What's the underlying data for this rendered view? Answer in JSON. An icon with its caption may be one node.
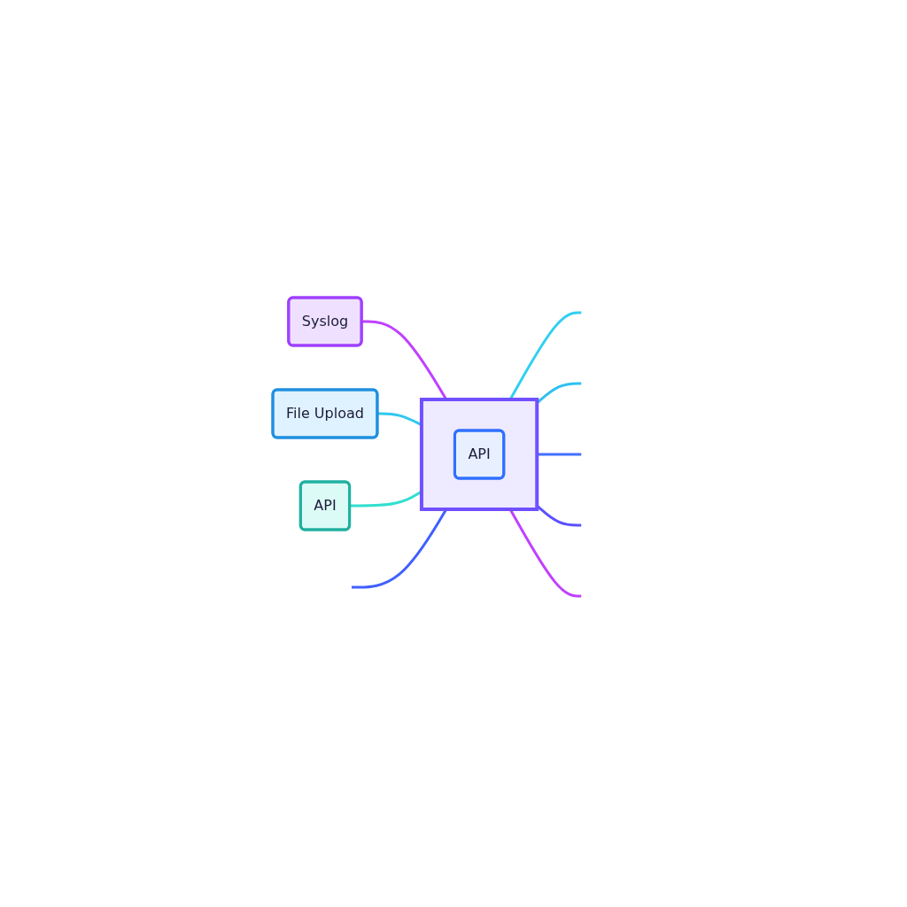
{
  "diagram": {
    "nodes": [
      {
        "text": [
          "Syslog"
        ]
      },
      {
        "text": [
          "File Upload"
        ]
      },
      {
        "text": [
          "API"
        ]
      },
      {
        "text": [],
        "shape": "box"
      },
      {
        "text": [
          "API"
        ],
        "in": 3
      }
    ],
    "edges": [
      {
        "from": 0,
        "to": 3,
        "arrow": "none",
        "color": "#c040ff"
      },
      {
        "from": 1,
        "to": 3,
        "arrow": "none",
        "color": "#30c8f0"
      },
      {
        "from": 2,
        "to": 3,
        "arrow": "none",
        "color": "#30e0d0"
      },
      {
        "from": null,
        "to": 3,
        "arrow": "none",
        "color": "#4060ff"
      },
      {
        "from": 3,
        "to": null,
        "arrow": "none",
        "color": "#30d0f0"
      },
      {
        "from": 3,
        "to": null,
        "arrow": "none",
        "color": "#30c0f0"
      },
      {
        "from": 3,
        "to": null,
        "arrow": "none",
        "color": "#4070ff"
      },
      {
        "from": 3,
        "to": null,
        "arrow": "none",
        "color": "#5a50ff"
      },
      {
        "from": 3,
        "to": null,
        "arrow": "none",
        "color": "#c040ff"
      }
    ]
  }
}
